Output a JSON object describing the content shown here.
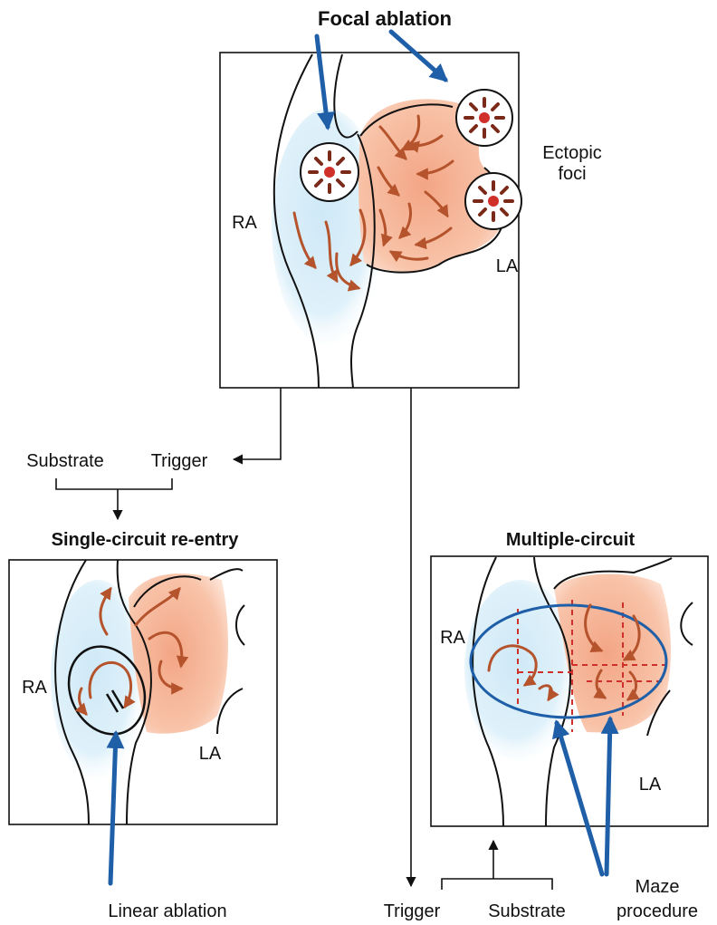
{
  "labels": {
    "focal_title": "Focal ablation",
    "ectopic_line1": "Ectopic",
    "ectopic_line2": "foci",
    "top_ra": "RA",
    "top_la": "LA",
    "left_substrate": "Substrate",
    "left_trigger": "Trigger",
    "single_title": "Single-circuit re-entry",
    "single_ra": "RA",
    "single_la": "LA",
    "linear_ablation": "Linear ablation",
    "multi_title": "Multiple-circuit",
    "multi_ra": "RA",
    "multi_la": "LA",
    "bottom_trigger": "Trigger",
    "bottom_substrate": "Substrate",
    "maze_line1": "Maze",
    "maze_line2": "procedure"
  },
  "colors": {
    "ra_fill": "#cfe9f7",
    "la_fill": "#f7b899",
    "circuit_arrow": "#b5532c",
    "ablation_blue": "#1f5fa8",
    "focus_red": "#d0302a",
    "outline": "#111111"
  }
}
